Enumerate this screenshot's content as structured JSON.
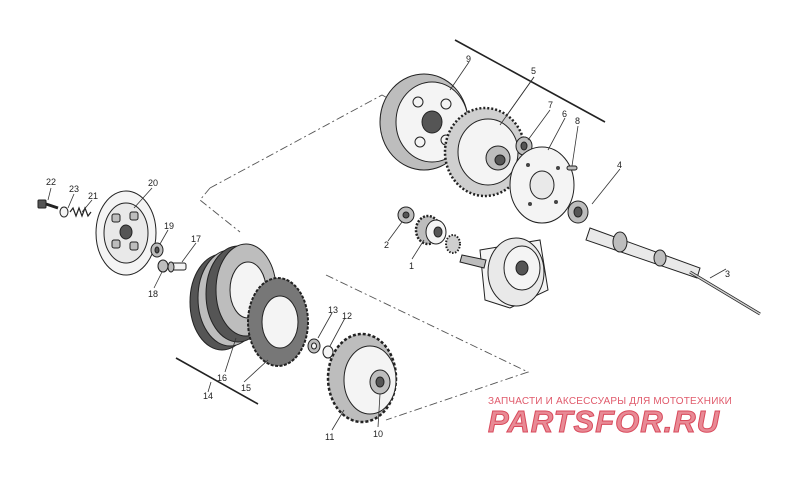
{
  "callouts": [
    "1",
    "2",
    "3",
    "4",
    "5",
    "6",
    "7",
    "8",
    "9",
    "10",
    "11",
    "12",
    "13",
    "14",
    "15",
    "16",
    "17",
    "18",
    "19",
    "20",
    "21",
    "22",
    "23"
  ],
  "watermark": {
    "caption": "ЗАПЧАСТИ И АКСЕССУАРЫ ДЛЯ МОТОТЕХНИКИ",
    "logo": "PARTSFOR.RU"
  }
}
